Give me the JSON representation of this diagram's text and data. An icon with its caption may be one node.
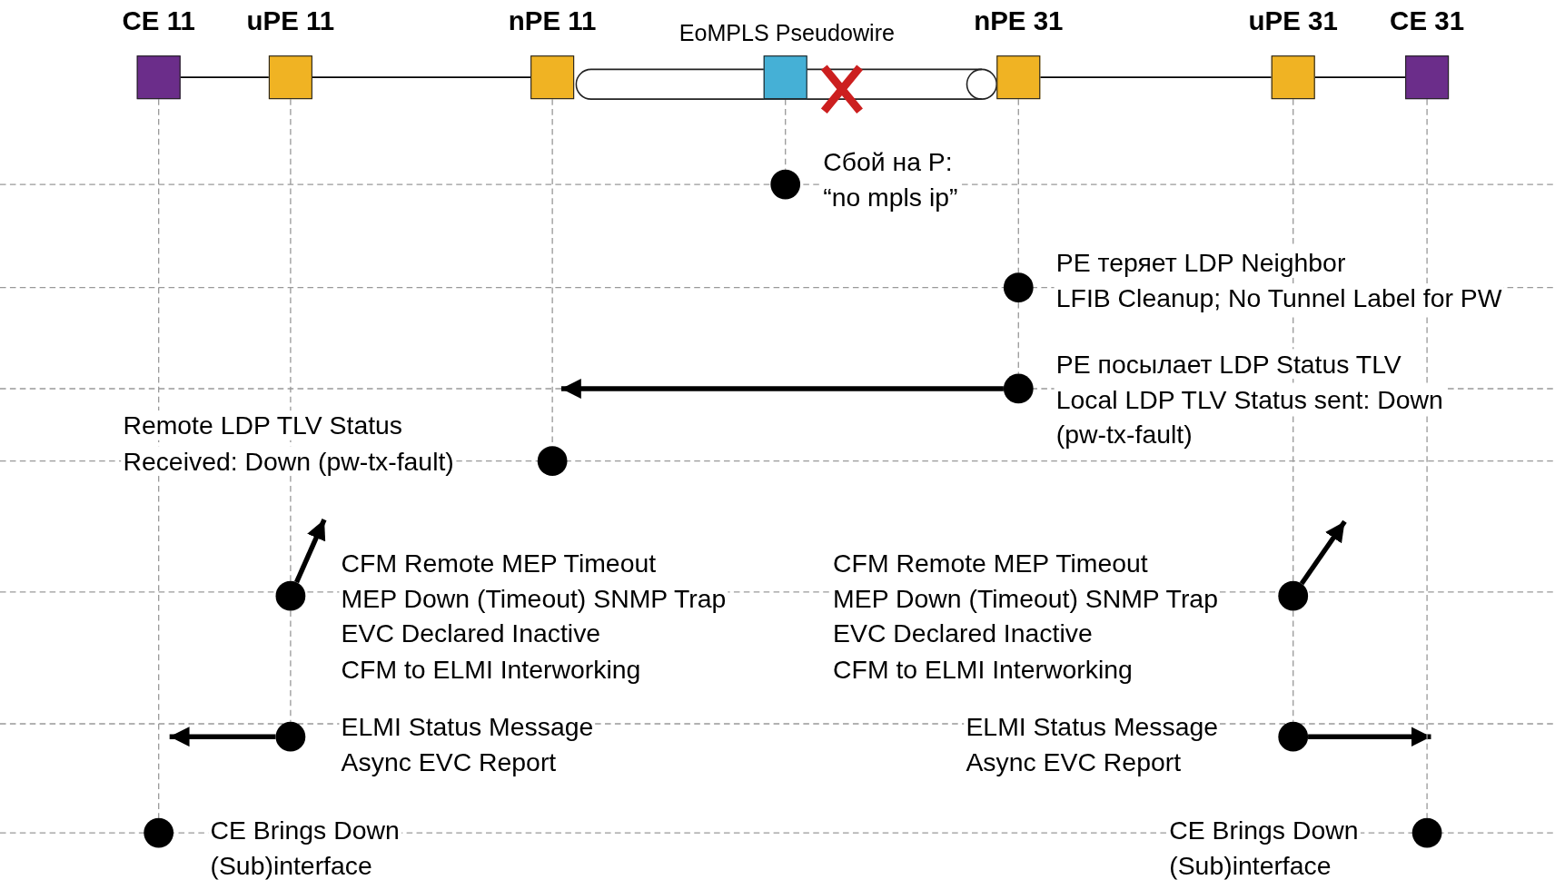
{
  "diagram": {
    "nodes": [
      {
        "text": [
          "CE 11"
        ]
      },
      {
        "text": [
          "uPE 11"
        ]
      },
      {
        "text": [
          "nPE 11"
        ]
      },
      {
        "text": [
          "EoMPLS Pseudowire"
        ]
      },
      {
        "text": [],
        "shape": "box"
      },
      {
        "text": [
          "nPE 31"
        ]
      },
      {
        "text": [
          "uPE 31"
        ]
      },
      {
        "text": [
          "CE 31"
        ]
      },
      {
        "text": [],
        "shape": "circle",
        "beside": [
          "Сбой на P:",
          "“no mpls ip”"
        ]
      },
      {
        "text": [],
        "shape": "circle",
        "beside": [
          "PE теряет LDP Neighbor",
          "LFIB Cleanup; No Tunnel Label for PW"
        ]
      },
      {
        "text": [],
        "shape": "circle",
        "beside": [
          "PE посылает LDP Status TLV",
          "Local LDP TLV Status sent: Down",
          "(pw-tx-fault)"
        ]
      },
      {
        "text": [],
        "shape": "circle",
        "beside": [
          "Remote LDP TLV Status",
          "Received: Down (pw-tx-fault)"
        ]
      },
      {
        "text": [],
        "shape": "circle",
        "beside": [
          "CFM Remote MEP Timeout",
          "MEP Down (Timeout) SNMP Trap",
          "EVC Declared Inactive",
          "CFM to ELMI Interworking"
        ]
      },
      {
        "text": [],
        "shape": "circle",
        "beside": [
          "CFM Remote MEP Timeout",
          "MEP Down (Timeout) SNMP Trap",
          "EVC Declared Inactive",
          "CFM to ELMI Interworking"
        ]
      },
      {
        "text": [],
        "shape": "circle",
        "beside": [
          "ELMI Status Message",
          "Async EVC Report"
        ]
      },
      {
        "text": [],
        "shape": "circle",
        "beside": [
          "ELMI Status Message",
          "Async EVC Report"
        ]
      },
      {
        "text": [],
        "shape": "circle",
        "beside": [
          "CE Brings Down",
          "(Sub)interface"
        ]
      },
      {
        "text": [],
        "shape": "circle",
        "beside": [
          "CE Brings Down",
          "(Sub)interface"
        ]
      }
    ],
    "edges": [
      {
        "from": 0,
        "to": 1,
        "arrow": "none",
        "color": "#000000"
      },
      {
        "from": 1,
        "to": 2,
        "arrow": "none",
        "color": "#000000"
      },
      {
        "from": 5,
        "to": 6,
        "arrow": "none",
        "color": "#000000"
      },
      {
        "from": 6,
        "to": 7,
        "arrow": "none",
        "color": "#000000"
      },
      {
        "from": 10,
        "to": null,
        "arrow": "to",
        "style": "thick",
        "color": "#000000"
      },
      {
        "from": 12,
        "to": null,
        "arrow": "to",
        "style": "thick",
        "color": "#000000"
      },
      {
        "from": 13,
        "to": null,
        "arrow": "to",
        "style": "thick",
        "color": "#000000"
      },
      {
        "from": 14,
        "to": null,
        "arrow": "to",
        "style": "thick",
        "color": "#000000"
      },
      {
        "from": 15,
        "to": null,
        "arrow": "to",
        "style": "thick",
        "color": "#000000"
      },
      {
        "from": 0,
        "to": 16,
        "arrow": "none",
        "style": "dashed"
      },
      {
        "from": 1,
        "to": 12,
        "arrow": "none",
        "style": "dashed"
      },
      {
        "from": 12,
        "to": 14,
        "arrow": "none",
        "style": "dashed"
      },
      {
        "from": 2,
        "to": 11,
        "arrow": "none",
        "style": "dashed"
      },
      {
        "from": 4,
        "to": 8,
        "arrow": "none",
        "style": "dashed"
      },
      {
        "from": 5,
        "to": 9,
        "arrow": "none",
        "style": "dashed"
      },
      {
        "from": 9,
        "to": 10,
        "arrow": "none",
        "style": "dashed"
      },
      {
        "from": 6,
        "to": 13,
        "arrow": "none",
        "style": "dashed"
      },
      {
        "from": 13,
        "to": 15,
        "arrow": "none",
        "style": "dashed"
      },
      {
        "from": 7,
        "to": 17,
        "arrow": "none",
        "style": "dashed"
      }
    ]
  }
}
